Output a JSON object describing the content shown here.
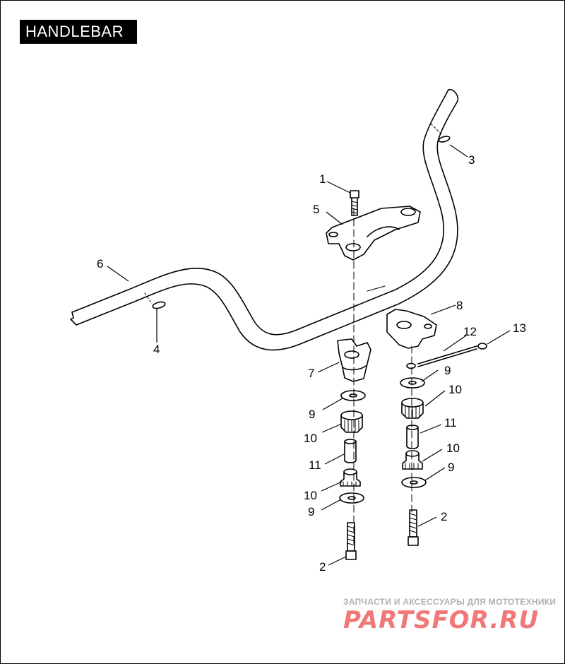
{
  "title": "HANDLEBAR",
  "callouts": [
    {
      "id": "c1",
      "text": "1"
    },
    {
      "id": "c2a",
      "text": "2"
    },
    {
      "id": "c2b",
      "text": "2"
    },
    {
      "id": "c3",
      "text": "3"
    },
    {
      "id": "c4",
      "text": "4"
    },
    {
      "id": "c5",
      "text": "5"
    },
    {
      "id": "c6",
      "text": "6"
    },
    {
      "id": "c7",
      "text": "7"
    },
    {
      "id": "c8",
      "text": "8"
    },
    {
      "id": "c9a",
      "text": "9"
    },
    {
      "id": "c9b",
      "text": "9"
    },
    {
      "id": "c9c",
      "text": "9"
    },
    {
      "id": "c9d",
      "text": "9"
    },
    {
      "id": "c10a",
      "text": "10"
    },
    {
      "id": "c10b",
      "text": "10"
    },
    {
      "id": "c10c",
      "text": "10"
    },
    {
      "id": "c10d",
      "text": "10"
    },
    {
      "id": "c11a",
      "text": "11"
    },
    {
      "id": "c11b",
      "text": "11"
    },
    {
      "id": "c12",
      "text": "12"
    },
    {
      "id": "c13",
      "text": "13"
    }
  ],
  "watermark": {
    "caption": "ЗАПЧАСТИ И АКСЕССУАРЫ ДЛЯ МОТОТЕХНИКИ",
    "logo": "PARTSFOR.RU"
  }
}
